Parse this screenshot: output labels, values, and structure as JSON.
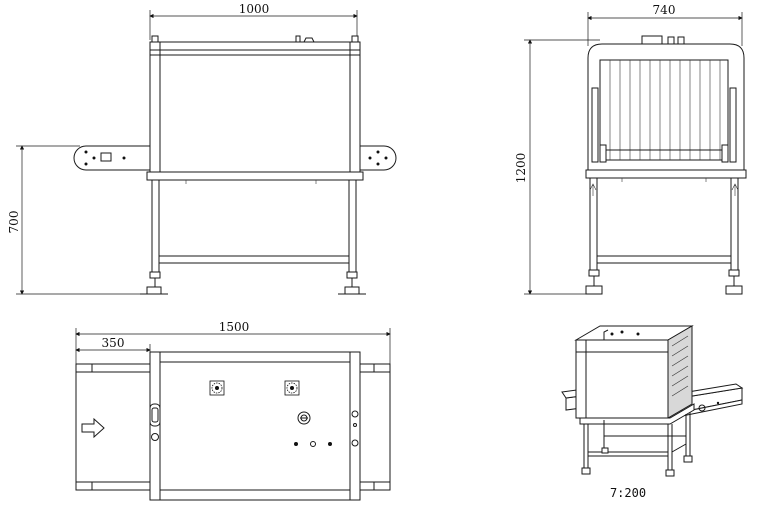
{
  "dimensions": {
    "front_width": "1000",
    "front_height": "700",
    "side_width": "740",
    "side_height": "1200",
    "top_length": "1500",
    "top_offset": "350"
  },
  "iso_scale": "7:200"
}
